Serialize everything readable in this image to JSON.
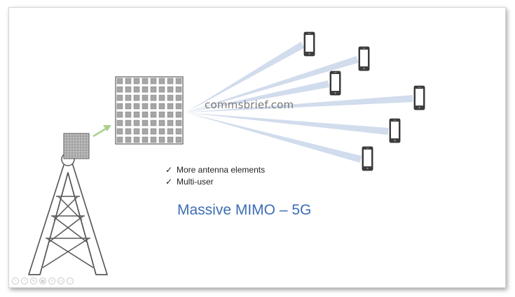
{
  "watermark": "commsbrief.com",
  "bullets": [
    {
      "check": "✓",
      "text": "More antenna elements"
    },
    {
      "check": "✓",
      "text": "Multi-user"
    }
  ],
  "title": "Massive MIMO – 5G",
  "colors": {
    "title": "#3d6db3",
    "beam": "#c9d6ea",
    "arrow": "#a9d18e",
    "tower": "#595959",
    "array_cell": "#a6a6a6"
  },
  "icons": [
    "tower-icon",
    "small-antenna-array-icon",
    "massive-antenna-array-icon",
    "arrow-icon",
    "phone-icon"
  ],
  "toolbar": [
    "prev-icon",
    "next-icon",
    "pen-icon",
    "grid-icon",
    "zoom-icon",
    "screen-icon",
    "more-icon"
  ],
  "phone_count": 6,
  "array_grid": {
    "rows": 8,
    "cols": 8
  }
}
